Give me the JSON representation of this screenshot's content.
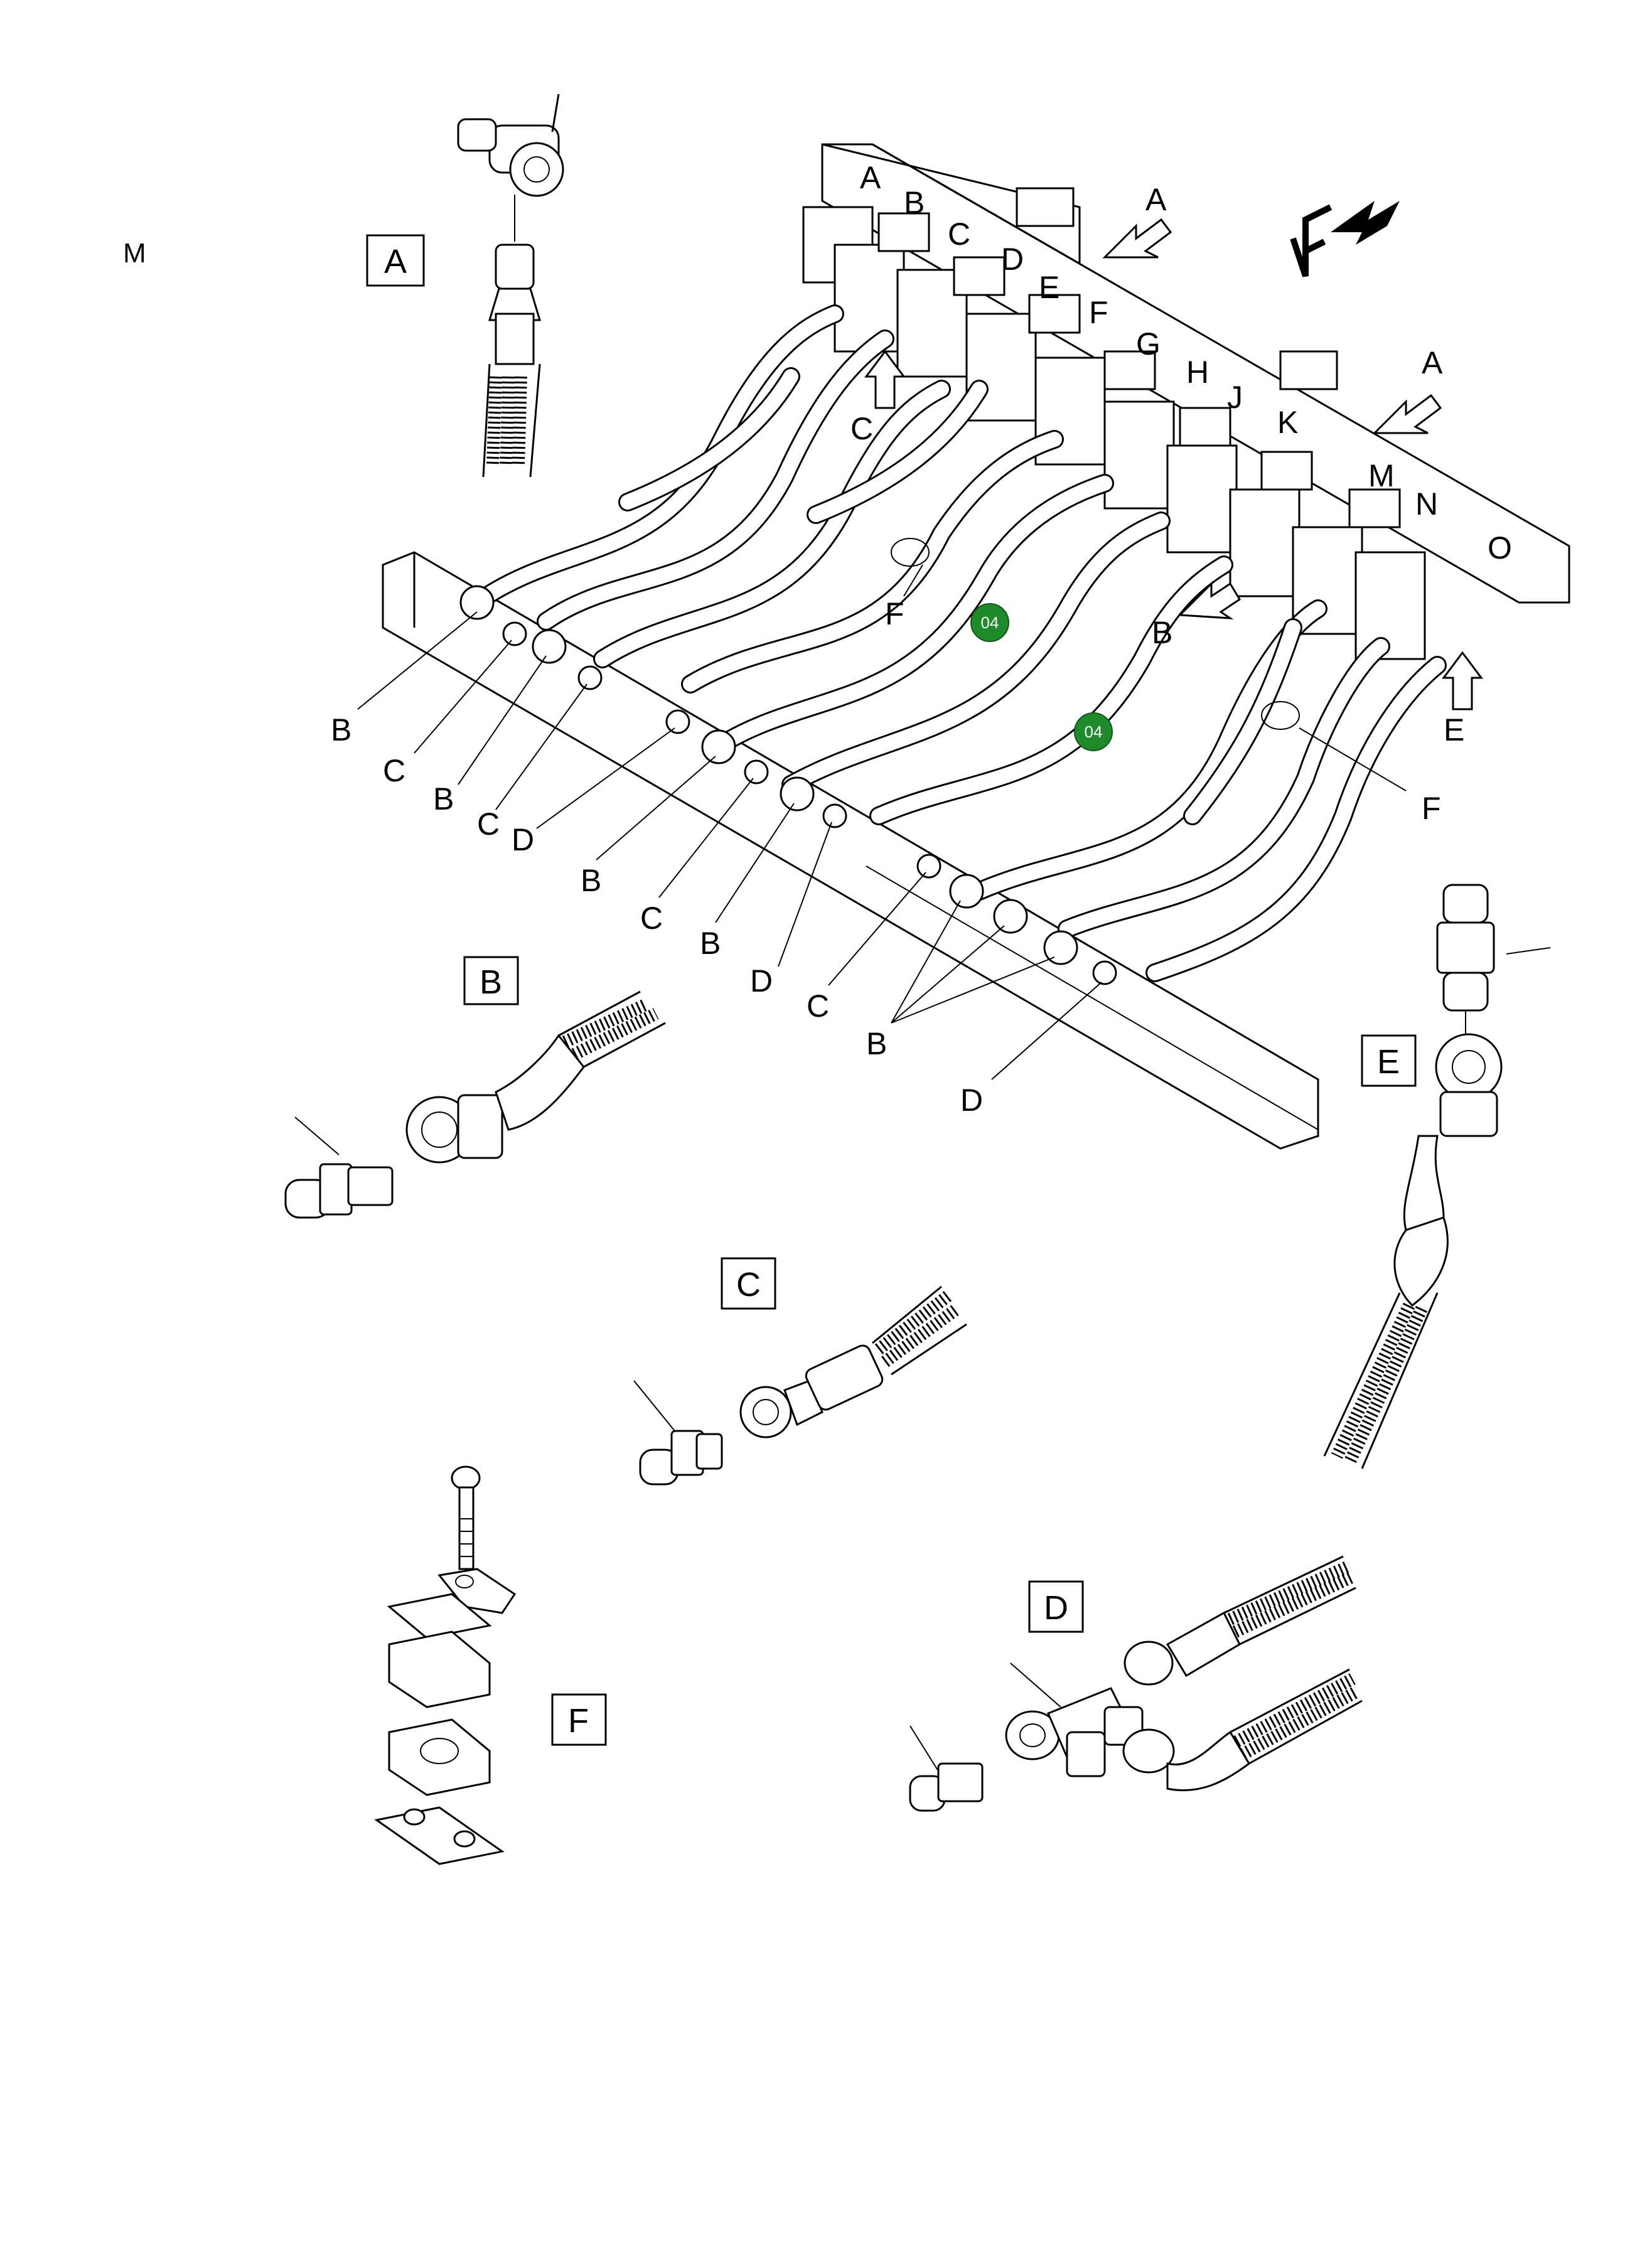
{
  "page_marker": "M",
  "front_marker": "F",
  "badges": [
    "04",
    "04"
  ],
  "detail_boxes": [
    "A",
    "B",
    "C",
    "D",
    "E",
    "F"
  ],
  "valve_labels": [
    "A",
    "B",
    "C",
    "D",
    "E",
    "F",
    "G",
    "H",
    "J",
    "K",
    "M",
    "N",
    "O"
  ],
  "arrow_labels": [
    "A",
    "A",
    "C",
    "B",
    "E"
  ],
  "hose_labels_left": [
    "B",
    "C",
    "B",
    "C",
    "D",
    "B",
    "C",
    "B",
    "D",
    "C"
  ],
  "hose_labels_right": [
    "B",
    "D"
  ],
  "clamp_labels": [
    "F",
    "F"
  ],
  "colors": {
    "badge": "#1f8a2a",
    "ink": "#000000",
    "paper": "#ffffff"
  }
}
